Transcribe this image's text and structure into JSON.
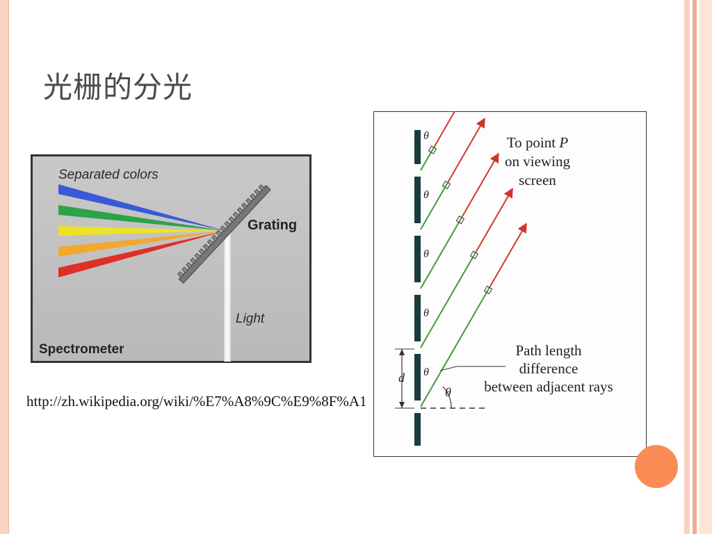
{
  "slide": {
    "title": "光栅的分光",
    "source_url": "http://zh.wikipedia.org/wiki/%E7%A8%9C%E9%8F%A1"
  },
  "spectrometer": {
    "heading": "Separated colors",
    "grating_label": "Grating",
    "light_label": "Light",
    "instrument_label": "Spectrometer",
    "beam_colors": [
      "#2c4fd8",
      "#1fa03c",
      "#f2e51a",
      "#f5a623",
      "#e2231a"
    ]
  },
  "grating_diagram": {
    "label_lines": [
      "To point P",
      "on viewing",
      "screen"
    ],
    "label_prefix": "To point ",
    "label_point": "P",
    "path_label_lines": [
      "Path length",
      "difference",
      "between adjacent rays"
    ],
    "angle_symbol": "θ",
    "spacing_symbol": "d",
    "ray_color": "#d2352b",
    "path_segment_color": "#3f9b3a"
  },
  "theme": {
    "accent_dot": "#fb8c55",
    "stripe_colors": [
      "#f9d2c2",
      "#f3a98f",
      "#fde3d8"
    ]
  }
}
